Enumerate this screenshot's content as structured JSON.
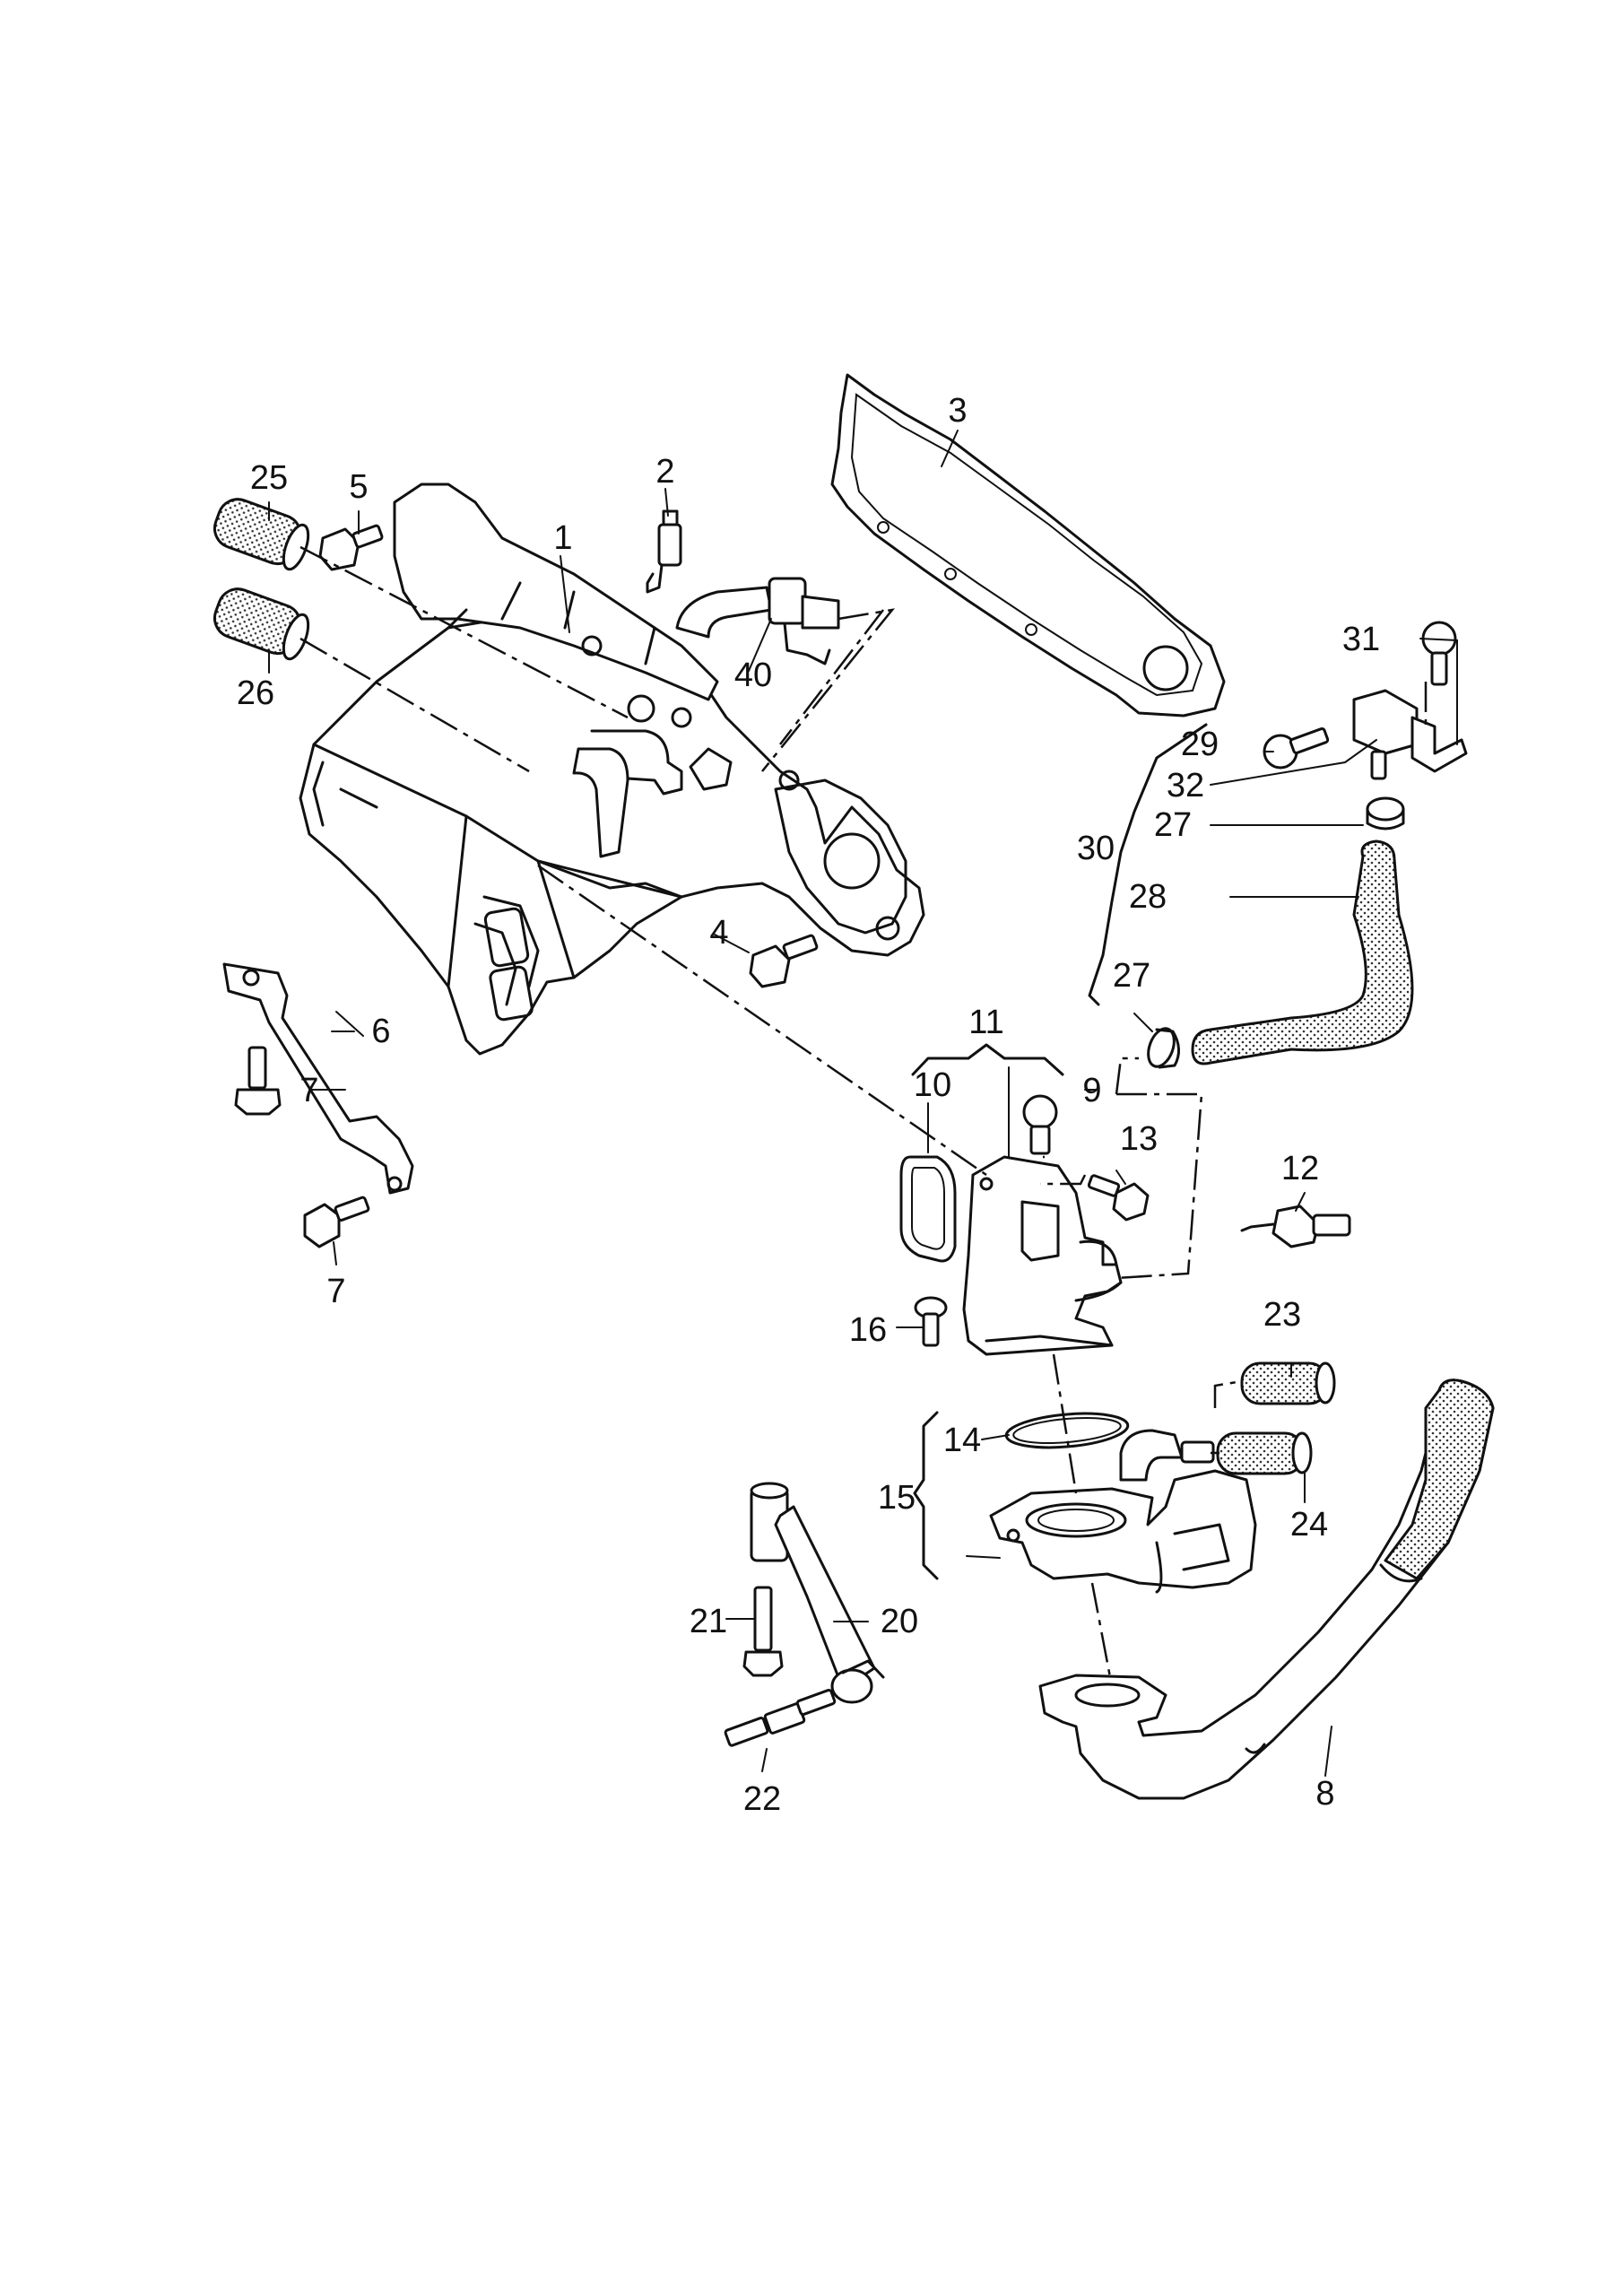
{
  "diagram": {
    "callouts": [
      {
        "id": "1",
        "text": "1"
      },
      {
        "id": "2",
        "text": "2"
      },
      {
        "id": "3",
        "text": "3"
      },
      {
        "id": "4",
        "text": "4"
      },
      {
        "id": "5",
        "text": "5"
      },
      {
        "id": "6",
        "text": "6"
      },
      {
        "id": "7a",
        "text": "7"
      },
      {
        "id": "7b",
        "text": "7"
      },
      {
        "id": "8",
        "text": "8"
      },
      {
        "id": "9",
        "text": "9"
      },
      {
        "id": "10",
        "text": "10"
      },
      {
        "id": "11",
        "text": "11"
      },
      {
        "id": "12",
        "text": "12"
      },
      {
        "id": "13",
        "text": "13"
      },
      {
        "id": "14",
        "text": "14"
      },
      {
        "id": "15",
        "text": "15"
      },
      {
        "id": "16",
        "text": "16"
      },
      {
        "id": "20",
        "text": "20"
      },
      {
        "id": "21",
        "text": "21"
      },
      {
        "id": "22",
        "text": "22"
      },
      {
        "id": "23",
        "text": "23"
      },
      {
        "id": "24",
        "text": "24"
      },
      {
        "id": "25",
        "text": "25"
      },
      {
        "id": "26",
        "text": "26"
      },
      {
        "id": "27a",
        "text": "27"
      },
      {
        "id": "27b",
        "text": "27"
      },
      {
        "id": "28",
        "text": "28"
      },
      {
        "id": "29",
        "text": "29"
      },
      {
        "id": "30",
        "text": "30"
      },
      {
        "id": "31",
        "text": "31"
      },
      {
        "id": "32",
        "text": "32"
      },
      {
        "id": "40",
        "text": "40"
      }
    ]
  }
}
